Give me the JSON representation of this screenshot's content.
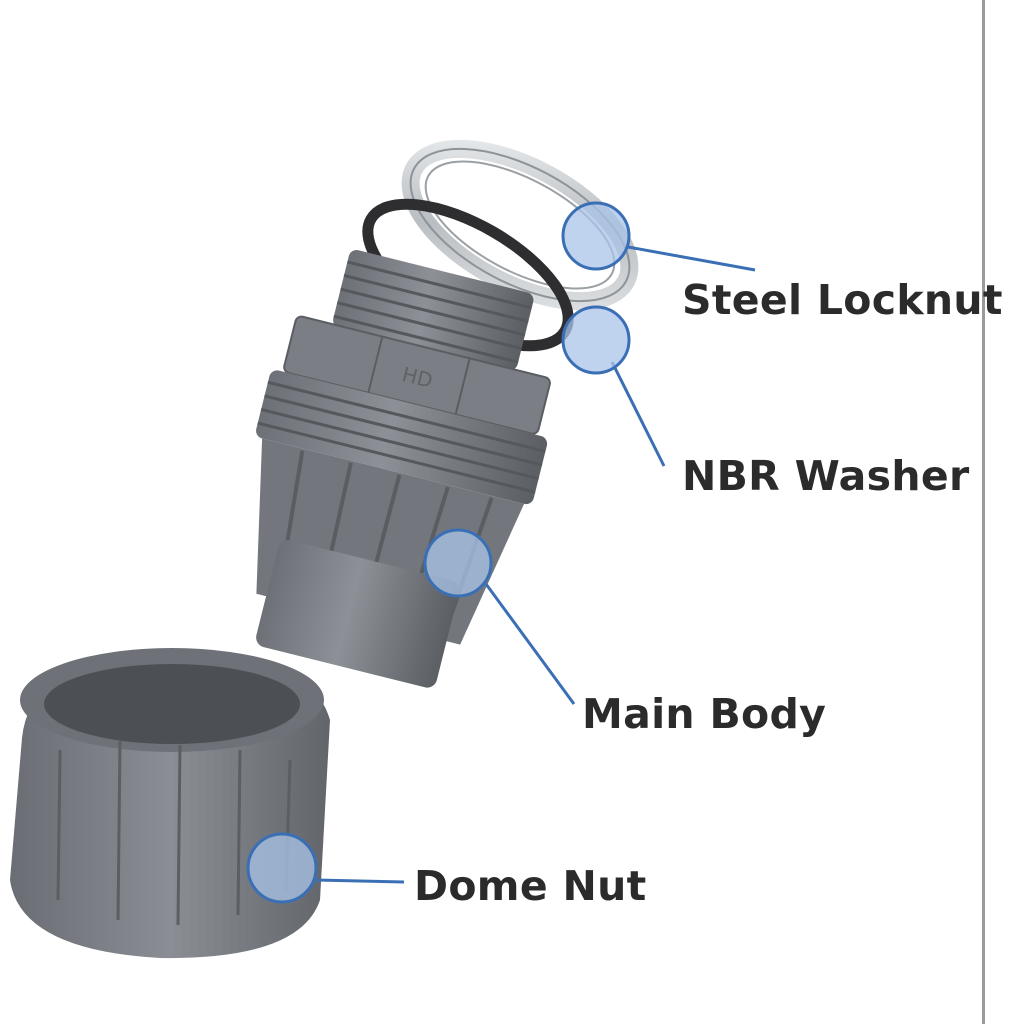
{
  "image": {
    "components": [
      {
        "id": "steel-locknut",
        "label": "Steel Locknut"
      },
      {
        "id": "nbr-washer",
        "label": "NBR Washer"
      },
      {
        "id": "main-body",
        "label": "Main Body"
      },
      {
        "id": "dome-nut",
        "label": "Dome Nut"
      }
    ],
    "engraving": "HD"
  },
  "colors": {
    "part_gray": "#7e8288",
    "part_dark": "#5d6166",
    "steel": "#cfd3d6",
    "rubber": "#2e2e30",
    "callout_blue": "#3a6fb5",
    "callout_fill": "#a9c4e8",
    "label_text": "#2b2b2b"
  }
}
